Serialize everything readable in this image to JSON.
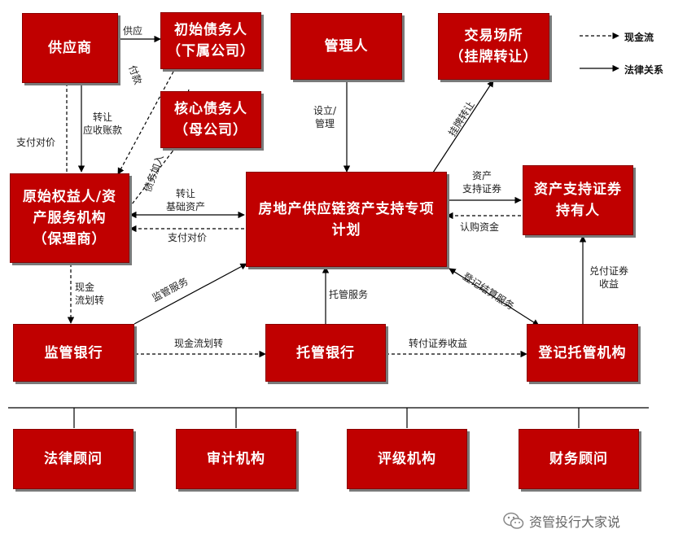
{
  "nodes": {
    "supplier": [
      "供应商"
    ],
    "initial_debtor": [
      "初始债务人",
      "（下属公司）"
    ],
    "core_debtor": [
      "核心债务人",
      "（母公司）"
    ],
    "manager": [
      "管理人"
    ],
    "exchange": [
      "交易场所",
      "（挂牌转让）"
    ],
    "originator": [
      "原始权益人/资",
      "产服务机构",
      "（保理商）"
    ],
    "spv": [
      "房地产供应链资产支持专项",
      "计划"
    ],
    "abs_holder": [
      "资产支持证券",
      "持有人"
    ],
    "supervisor_bank": [
      "监管银行"
    ],
    "custodian_bank": [
      "托管银行"
    ],
    "registrar": [
      "登记托管机构"
    ],
    "legal": [
      "法律顾问"
    ],
    "audit": [
      "审计机构"
    ],
    "rating": [
      "评级机构"
    ],
    "financial": [
      "财务顾问"
    ]
  },
  "labels": {
    "supply": "供应",
    "payment": "付款",
    "transfer_ar": [
      "转让",
      "应收账款"
    ],
    "pay_consideration_left": "支付对价",
    "debt_join": "债务加入",
    "establish": [
      "设立/",
      "管理"
    ],
    "listing": "挂牌转让",
    "transfer_assets": [
      "转让",
      "基础资产"
    ],
    "pay_consideration": "支付对价",
    "abs": [
      "资产",
      "支持证券"
    ],
    "subscribe": "认购资金",
    "cash_transfer_v": [
      "现金",
      "流划转"
    ],
    "supervision_service": "监管服务",
    "custody_service": "托管服务",
    "settlement_service": "登记结算服务",
    "redeem": [
      "兑付证券",
      "收益"
    ],
    "cash_transfer_h": "现金流划转",
    "transfer_income": "转付证券收益"
  },
  "legend": {
    "cash_flow": "现金流",
    "legal_relation": "法律关系"
  },
  "watermark": "资管投行大家说",
  "colors": {
    "box": "#c00000",
    "line": "#000000"
  }
}
